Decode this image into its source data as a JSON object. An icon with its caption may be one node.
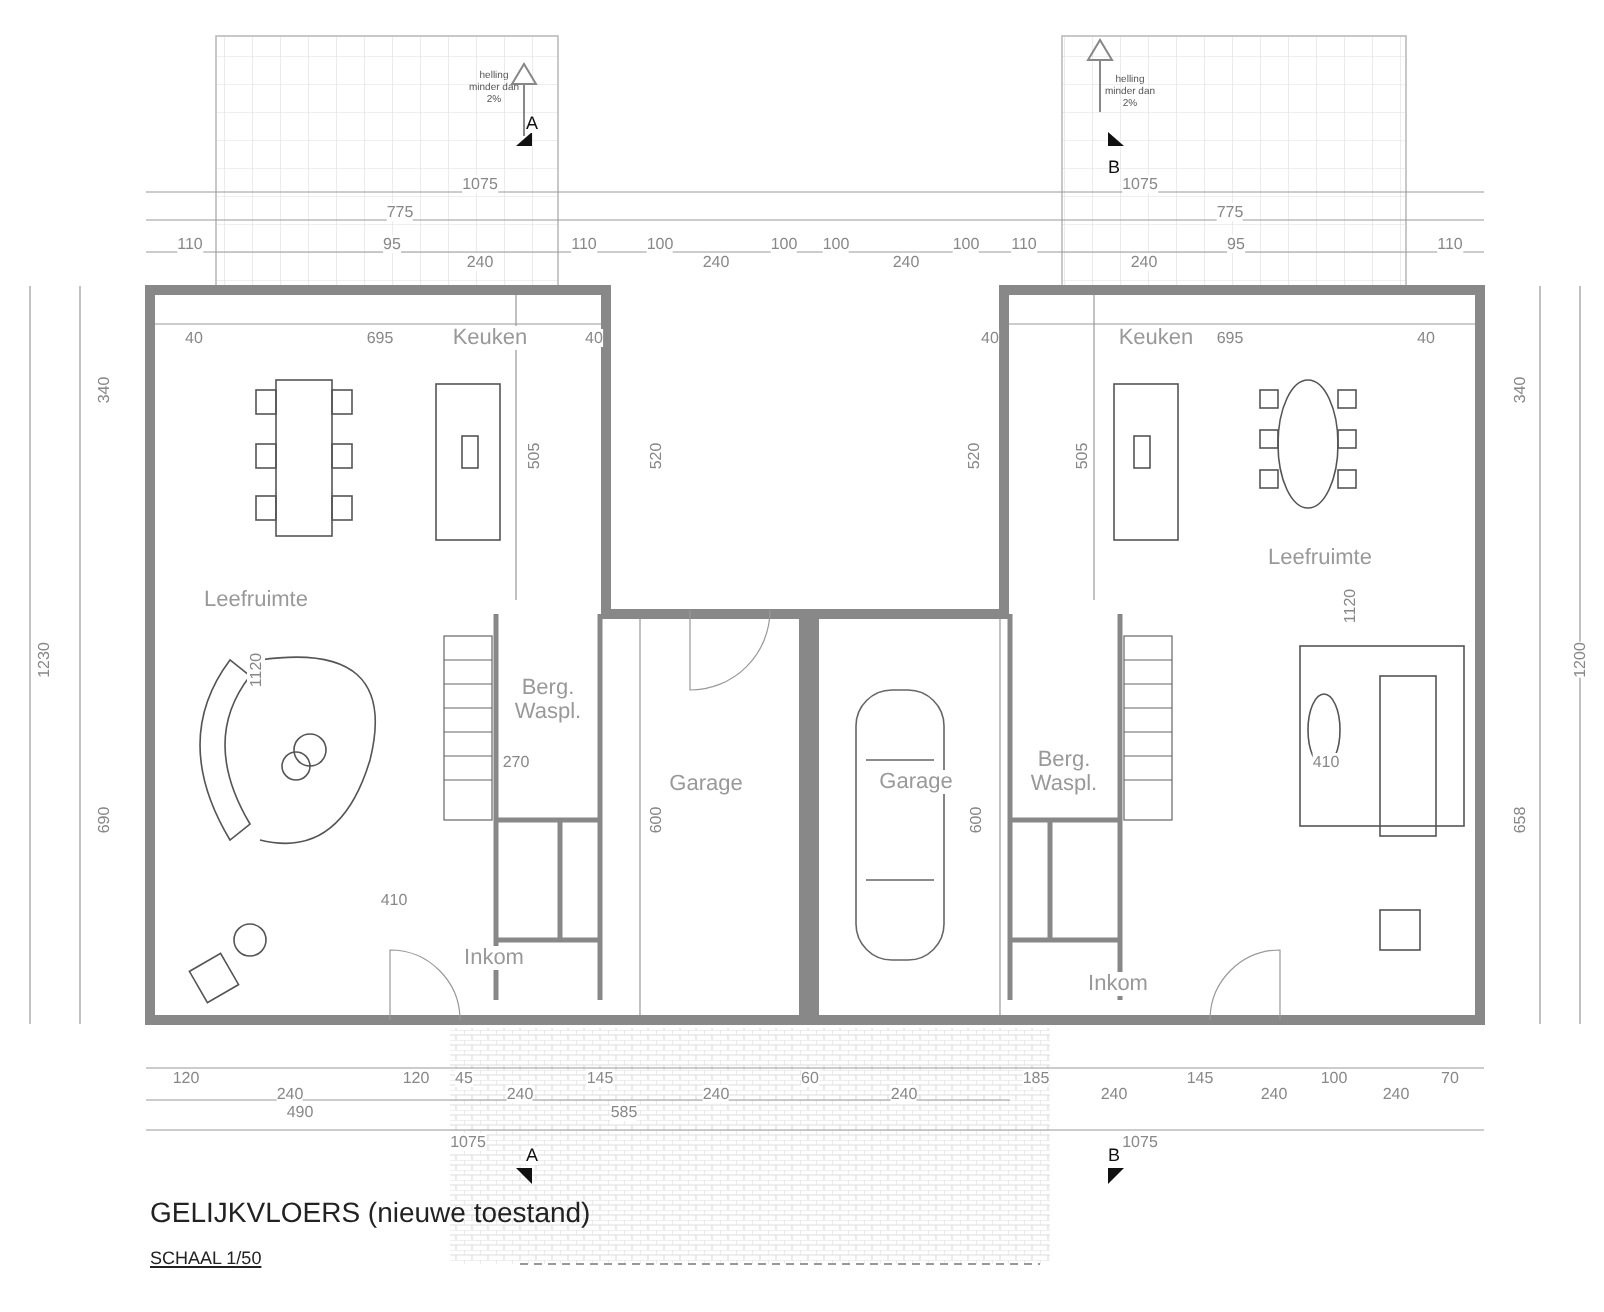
{
  "diagram": {
    "title": "GELIJKVLOERS (nieuwe toestand)",
    "caption": "SCHAAL 1/50",
    "labels": [
      "helling minder dan 2%",
      "helling minder dan 2%",
      "A",
      "B",
      "1075",
      "1075",
      "775",
      "775",
      "110",
      "95",
      "240",
      "110",
      "100",
      "240",
      "100",
      "100",
      "240",
      "100",
      "110",
      "240",
      "95",
      "110",
      "40",
      "695",
      "Keuken",
      "40",
      "40",
      "Keuken",
      "695",
      "40",
      "340",
      "340",
      "505",
      "520",
      "520",
      "505",
      "1230",
      "1200",
      "Leefruimte",
      "Leefruimte",
      "1120",
      "1120",
      "Berg. Waspl.",
      "Berg. Waspl.",
      "Garage",
      "Garage",
      "270",
      "410",
      "410",
      "690",
      "600",
      "600",
      "658",
      "Inkom",
      "Inkom",
      "120",
      "240",
      "120",
      "45",
      "240",
      "145",
      "240",
      "60",
      "240",
      "185",
      "240",
      "145",
      "240",
      "100",
      "240",
      "70",
      "490",
      "585",
      "1075",
      "1075",
      "A",
      "B"
    ]
  }
}
